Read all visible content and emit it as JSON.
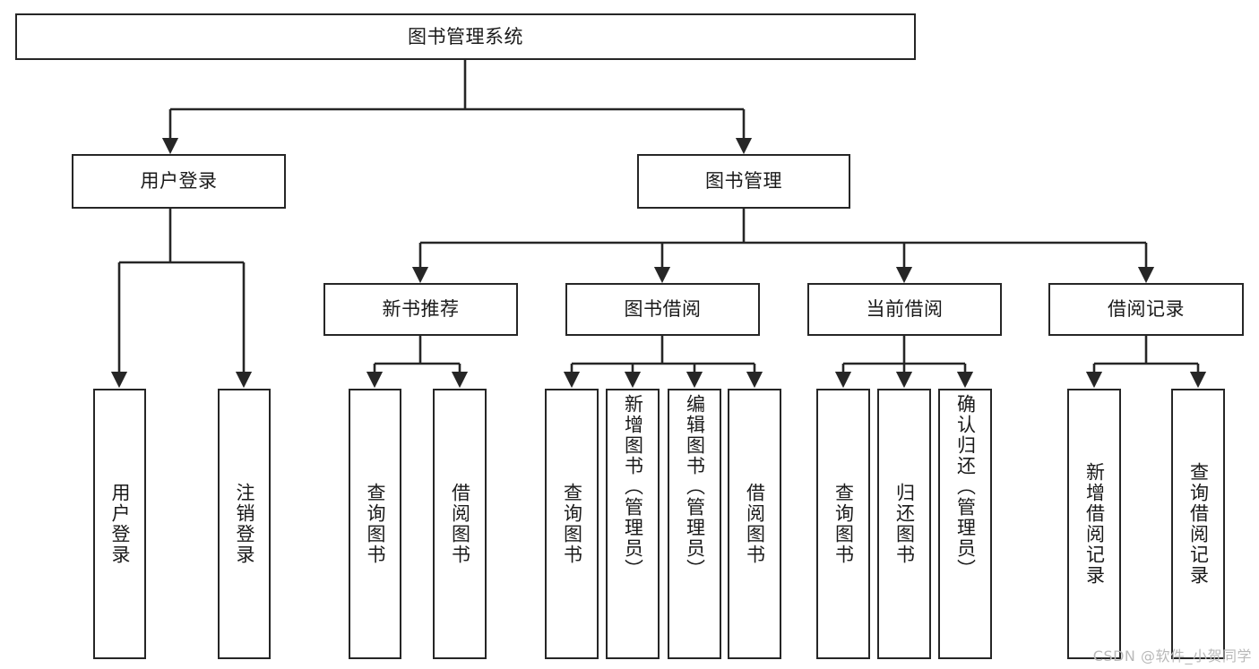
{
  "diagram": {
    "title_node": {
      "label": "图书管理系统"
    },
    "level2": [
      {
        "id": "user-login",
        "label": "用户登录"
      },
      {
        "id": "book-manage",
        "label": "图书管理"
      }
    ],
    "level3": [
      {
        "id": "new-book-recommend",
        "label": "新书推荐"
      },
      {
        "id": "book-borrow",
        "label": "图书借阅"
      },
      {
        "id": "current-borrow",
        "label": "当前借阅"
      },
      {
        "id": "borrow-record",
        "label": "借阅记录"
      }
    ],
    "leaves": [
      {
        "id": "leaf-user-login",
        "label": "用户登录",
        "group": "user-login"
      },
      {
        "id": "leaf-logout",
        "label": "注销登录",
        "group": "user-login"
      },
      {
        "id": "leaf-query-book-1",
        "label": "查询图书",
        "group": "new-book-recommend"
      },
      {
        "id": "leaf-borrow-book-1",
        "label": "借阅图书",
        "group": "new-book-recommend"
      },
      {
        "id": "leaf-query-book-2",
        "label": "查询图书",
        "group": "book-borrow"
      },
      {
        "id": "leaf-add-book",
        "label": "新增图书（管理员）",
        "group": "book-borrow"
      },
      {
        "id": "leaf-edit-book",
        "label": "编辑图书（管理员）",
        "group": "book-borrow"
      },
      {
        "id": "leaf-borrow-book-2",
        "label": "借阅图书",
        "group": "book-borrow"
      },
      {
        "id": "leaf-query-book-3",
        "label": "查询图书",
        "group": "current-borrow"
      },
      {
        "id": "leaf-return-book",
        "label": "归还图书",
        "group": "current-borrow"
      },
      {
        "id": "leaf-confirm-return",
        "label": "确认归还（管理员）",
        "group": "current-borrow"
      },
      {
        "id": "leaf-add-record",
        "label": "新增借阅记录",
        "group": "borrow-record"
      },
      {
        "id": "leaf-query-record",
        "label": "查询借阅记录",
        "group": "borrow-record"
      }
    ],
    "colors": {
      "stroke": "#262626",
      "fill": "#ffffff",
      "text": "#1a1a1a",
      "watermark": "#b9b9b9"
    }
  },
  "watermark": {
    "text": "CSDN @软件_小贺同学"
  }
}
